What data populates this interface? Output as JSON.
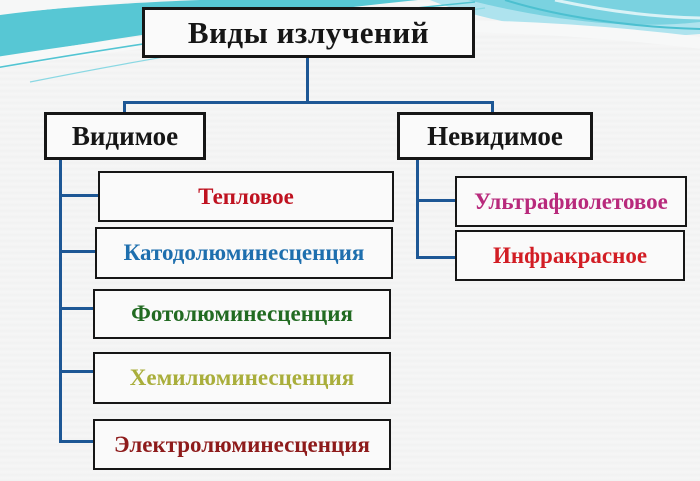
{
  "diagram": {
    "title": "Виды излучений",
    "branches": [
      {
        "label": "Видимое",
        "children": [
          {
            "label": "Тепловое",
            "color": "#bf1220"
          },
          {
            "label": "Катодолюминесценция",
            "color": "#1e6fae"
          },
          {
            "label": "Фотолюминесценция",
            "color": "#226b22"
          },
          {
            "label": "Хемилюминесценция",
            "color": "#a9ae3b"
          },
          {
            "label": "Электролюминесценция",
            "color": "#8e1b1b"
          }
        ]
      },
      {
        "label": "Невидимое",
        "children": [
          {
            "label": "Ультрафиолетовое",
            "color": "#b82a7c"
          },
          {
            "label": "Инфракрасное",
            "color": "#d21d24"
          }
        ]
      }
    ]
  },
  "style_tokens": {
    "connector_color": "#1d5795",
    "node_border_color": "#161616",
    "node_fill": "#fafafa",
    "banner_teal_dark": "#57c7d4",
    "banner_teal_mid": "#7ad2e0",
    "banner_teal_light": "#aee3ee",
    "page_background": "#f2f3f3"
  }
}
